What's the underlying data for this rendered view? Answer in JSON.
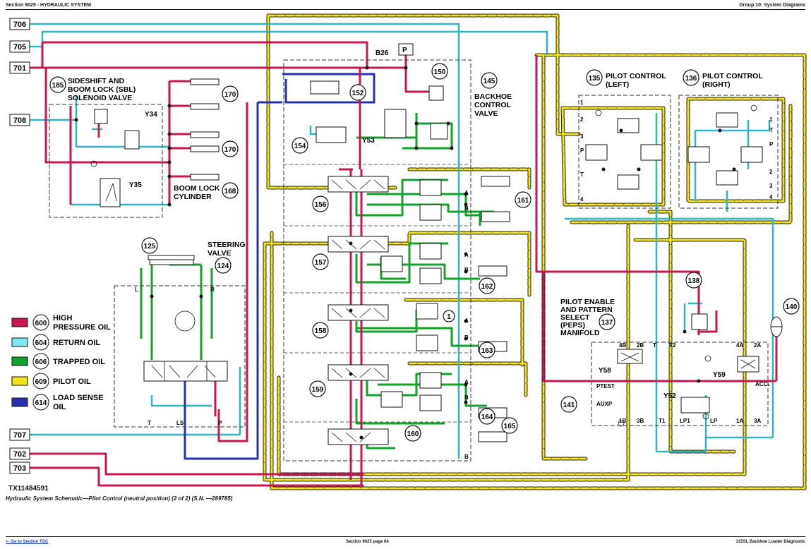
{
  "header": {
    "left": "Section 9025 - HYDRAULIC SYSTEM",
    "right": "Group 10: System Diagrams"
  },
  "figure_id": "TX11484591",
  "caption": "Hydraulic System Schematic—Pilot Control (neutral position) (2 of 2) (S.N. —289785)",
  "footer": {
    "left_link": "<- Go to Section TOC",
    "center": "Section 9025 page 64",
    "right": "315SL Backhoe Loader Diagnostic"
  },
  "colors": {
    "high_pressure": "#c8174f",
    "return": "#2fb5bd",
    "trapped": "#12a12a",
    "pilot": "#f2e41a",
    "load_sense": "#2a2fb0"
  },
  "port_labels": [
    "706",
    "705",
    "701",
    "708",
    "707",
    "702",
    "703"
  ],
  "callouts": [
    "185",
    "170",
    "170",
    "168",
    "145",
    "150",
    "152",
    "154",
    "156",
    "161",
    "157",
    "162",
    "158",
    "1",
    "163",
    "159",
    "164",
    "165",
    "160",
    "135",
    "136",
    "138",
    "137",
    "140",
    "141",
    "125",
    "124"
  ],
  "component_labels": {
    "sbl": "SIDESHIFT AND\nBOOM LOCK (SBL)\nSOLENOID VALVE",
    "boom_lock": "BOOM LOCK\nCYLINDER",
    "backhoe_valve": "BACKHOE\nCONTROL\nVALVE",
    "steering": "STEERING\nVALVE",
    "pilot_left": "PILOT CONTROL\n(LEFT)",
    "pilot_right": "PILOT CONTROL\n(RIGHT)",
    "peps": "PILOT ENABLE\nAND PATTERN\nSELECT\n(PEPS)\nMANIFOLD"
  },
  "solenoids": [
    "Y34",
    "Y35",
    "Y53",
    "Y58",
    "Y59",
    "Y52"
  ],
  "sensor": "B26",
  "port_tags": {
    "ab": [
      "A",
      "B",
      "A",
      "B",
      "A",
      "B",
      "A",
      "B",
      "B"
    ],
    "pilot_left": [
      "1",
      "2",
      "3",
      "P",
      "T",
      "4"
    ],
    "pilot_right": [
      "T",
      "1",
      "P",
      "2",
      "3",
      "4"
    ],
    "peps_top": [
      "4B",
      "2B",
      "T",
      "T2",
      "4A",
      "2A"
    ],
    "peps_bottom": [
      "1B",
      "3B",
      "T1",
      "LP1",
      "LP",
      "1A",
      "3A"
    ],
    "peps_side": [
      "PTEST",
      "AUXP",
      "ACC₁"
    ],
    "steer": [
      "L",
      "R",
      "T",
      "LS",
      "P"
    ]
  },
  "legend": [
    {
      "num": "600",
      "label": "HIGH\nPRESSURE OIL",
      "color": "#c8174f"
    },
    {
      "num": "604",
      "label": "RETURN OIL",
      "color": "#7de8ee"
    },
    {
      "num": "606",
      "label": "TRAPPED OIL",
      "color": "#12a12a"
    },
    {
      "num": "609",
      "label": "PILOT OIL",
      "color": "#f2e41a"
    },
    {
      "num": "614",
      "label": "LOAD SENSE\nOIL",
      "color": "#2a2fb0"
    }
  ]
}
